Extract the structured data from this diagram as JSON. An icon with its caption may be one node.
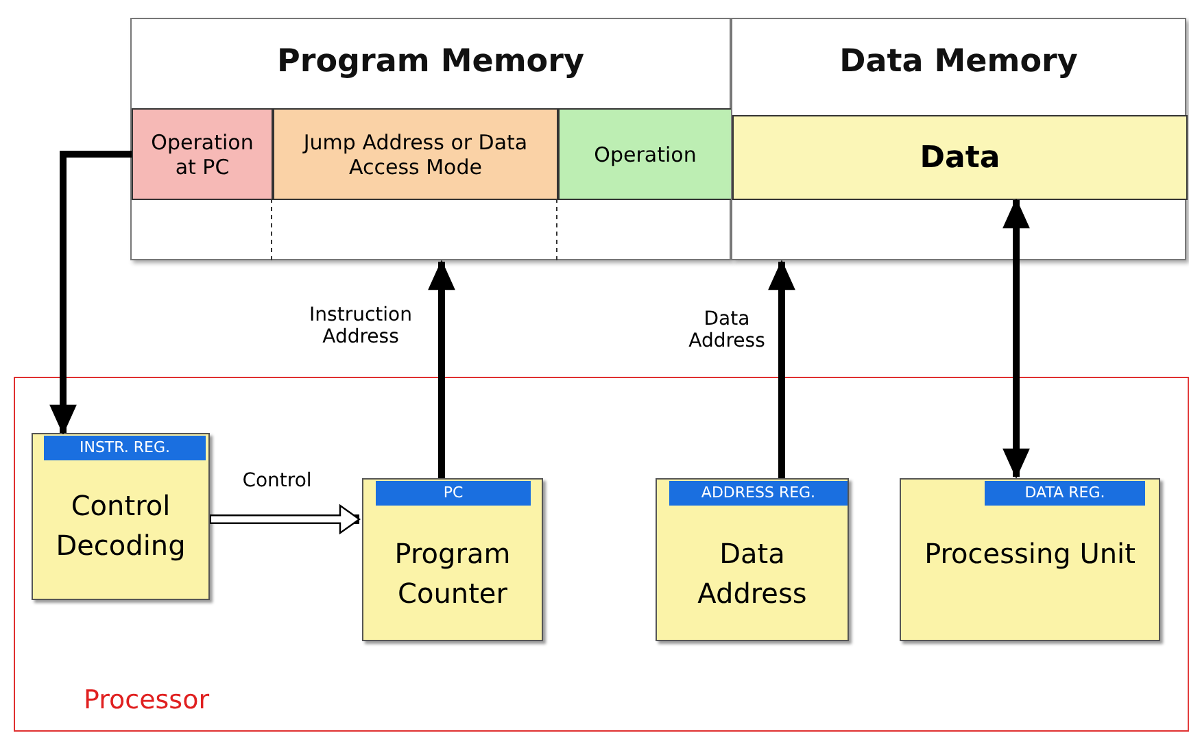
{
  "diagram": {
    "nodes": [
      {
        "text": [
          "Program Memory"
        ]
      },
      {
        "text": [
          "Operation at PC"
        ],
        "in": 0
      },
      {
        "text": [
          "Jump Address or Data Access Mode"
        ],
        "in": 0
      },
      {
        "text": [
          "Operation"
        ],
        "in": 0
      },
      {
        "text": [
          "Data Memory"
        ]
      },
      {
        "text": [
          "Data"
        ],
        "in": 4
      },
      {
        "text": [
          "Processor"
        ]
      },
      {
        "text": [
          "INSTR. REG.",
          "Control Decoding"
        ],
        "in": 6
      },
      {
        "text": [
          "PC",
          "Program Counter"
        ],
        "in": 6
      },
      {
        "text": [
          "ADDRESS REG.",
          "Data Address"
        ],
        "in": 6
      },
      {
        "text": [
          "DATA REG.",
          "Processing Unit"
        ],
        "in": 6
      }
    ],
    "edges": [
      {
        "from": 1,
        "to": 7,
        "arrow": "to"
      },
      {
        "from": 7,
        "to": 8,
        "arrow": "to",
        "label": "Control"
      },
      {
        "from": 8,
        "to": 0,
        "arrow": "to",
        "label": "Instruction Address"
      },
      {
        "from": 9,
        "to": 4,
        "arrow": "to",
        "label": "Data Address"
      },
      {
        "from": 5,
        "to": 10,
        "arrow": "both"
      }
    ]
  }
}
